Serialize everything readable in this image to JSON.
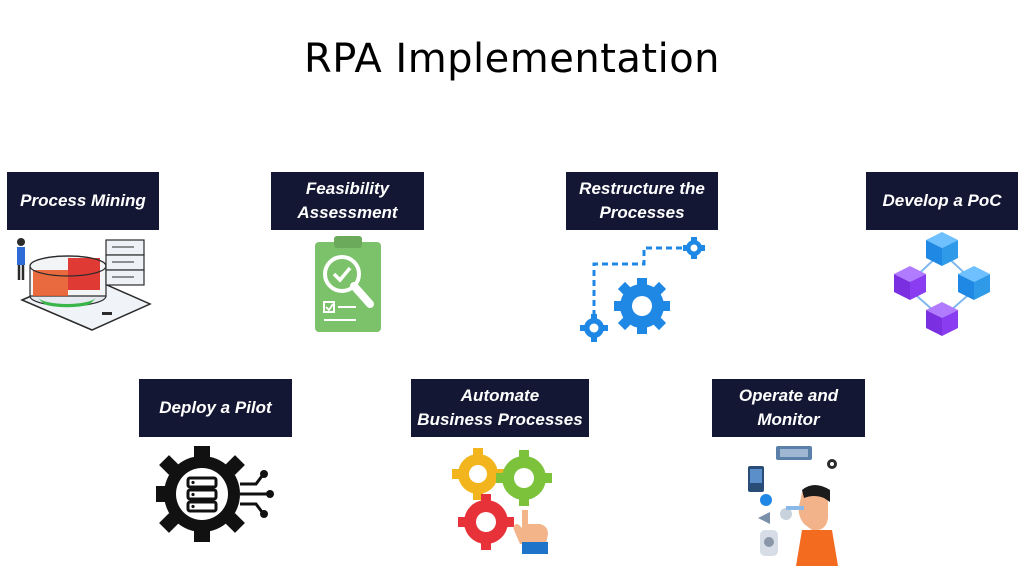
{
  "title": "RPA Implementation",
  "steps": [
    {
      "label": "Process Mining",
      "icon": "data-analytics-icon"
    },
    {
      "label": "Feasibility\nAssessment",
      "icon": "clipboard-magnifier-icon"
    },
    {
      "label": "Restructure the\nProcesses",
      "icon": "connected-gears-icon"
    },
    {
      "label": "Develop a PoC",
      "icon": "linked-cubes-icon"
    },
    {
      "label": "Deploy a Pilot",
      "icon": "server-gear-icon"
    },
    {
      "label": "Automate\nBusiness Processes",
      "icon": "colored-gears-hand-icon"
    },
    {
      "label": "Operate and\nMonitor",
      "icon": "robot-operator-icon"
    }
  ],
  "colors": {
    "label_bg": "#141733",
    "label_text": "#ffffff",
    "cube_blue": "#2f9be8",
    "cube_purple": "#8a3cf0",
    "gear_blue": "#1f88e5",
    "clipboard_green": "#7cc26b"
  }
}
